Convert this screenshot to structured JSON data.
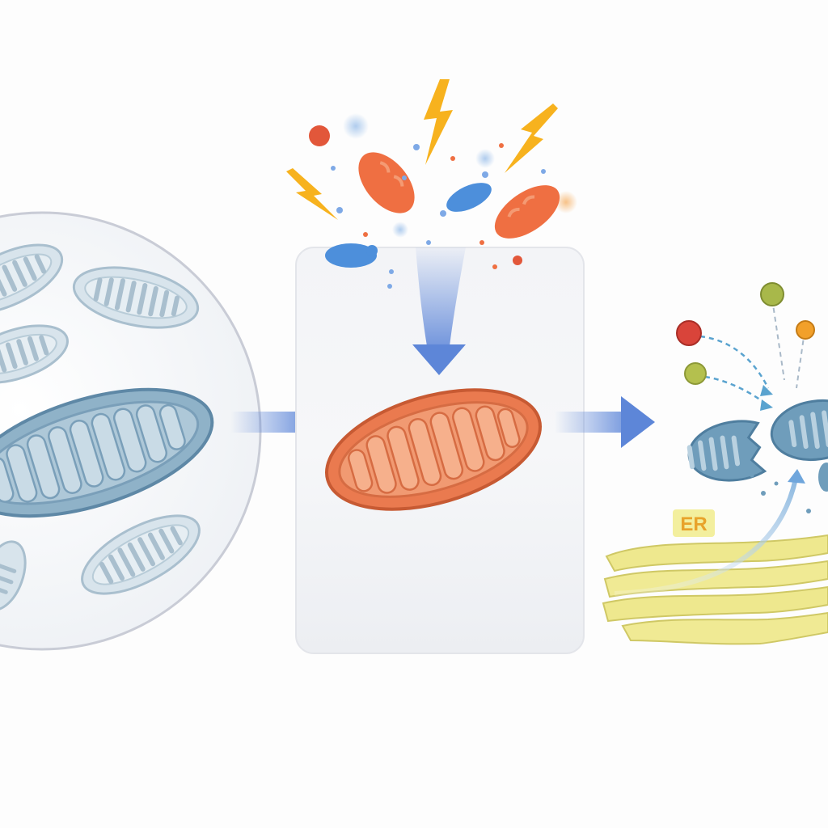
{
  "diagram": {
    "stages": [
      {
        "id": "healthy-mitochondria",
        "color": "#8fb2c8"
      },
      {
        "id": "stressed-mitochondrion",
        "color": "#ea7a4f"
      },
      {
        "id": "fission-er-contact",
        "color": "#6f9dbb"
      }
    ],
    "stressors": {
      "lightning": "#f7b21e",
      "orange_particles": "#ef6f42",
      "blue_particles": "#4d8fdb"
    },
    "flow_arrow_color": "#5d86d8",
    "er": {
      "label": "ER",
      "label_color": "#e8a32b",
      "color": "#eee88e"
    },
    "molecules": [
      "#d9443a",
      "#a8b84a",
      "#b4c04e",
      "#f2a02a"
    ]
  }
}
